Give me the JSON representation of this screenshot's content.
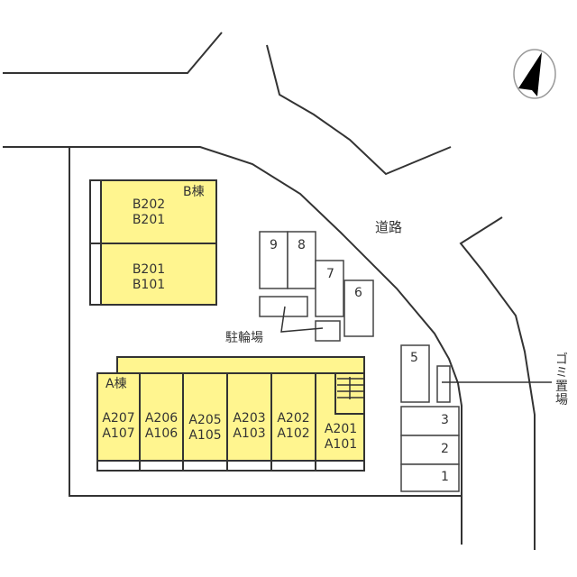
{
  "map": {
    "colors": {
      "building_fill": "#FFF58F",
      "line": "#333333",
      "compass_ring": "#999999"
    },
    "compass": {
      "icon": "north-arrow-icon"
    },
    "road_label": "道路",
    "building_b": {
      "label": "B棟",
      "units": [
        {
          "line1": "B202",
          "line2": "B201"
        },
        {
          "line1": "B201",
          "line2": "B101"
        }
      ]
    },
    "building_a": {
      "label": "A棟",
      "units": [
        {
          "line1": "A207",
          "line2": "A107"
        },
        {
          "line1": "A206",
          "line2": "A106"
        },
        {
          "line1": "A205",
          "line2": "A105"
        },
        {
          "line1": "A203",
          "line2": "A103"
        },
        {
          "line1": "A202",
          "line2": "A102"
        },
        {
          "line1": "A201",
          "line2": "A101"
        }
      ]
    },
    "parking": [
      "1",
      "2",
      "3",
      "5",
      "6",
      "7",
      "8",
      "9"
    ],
    "bicycle_parking_label": "駐輪場",
    "garbage_label": [
      "ゴ",
      "ミ",
      "置",
      "場"
    ]
  }
}
